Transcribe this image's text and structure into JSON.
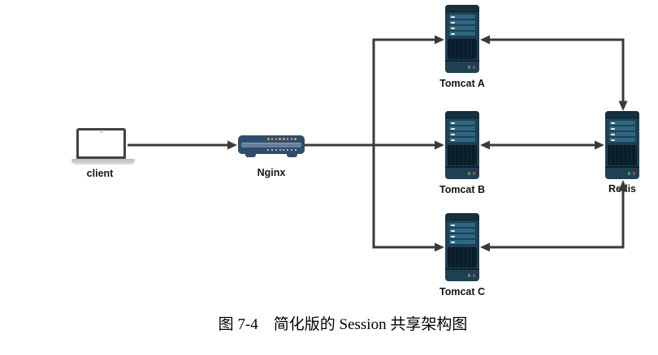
{
  "diagram": {
    "caption": "图 7-4　简化版的 Session 共享架构图",
    "nodes": {
      "client": {
        "label": "client",
        "icon": "laptop-icon"
      },
      "nginx": {
        "label": "Nginx",
        "icon": "router-icon"
      },
      "tomcat_a": {
        "label": "Tomcat A",
        "icon": "server-icon"
      },
      "tomcat_b": {
        "label": "Tomcat B",
        "icon": "server-icon"
      },
      "tomcat_c": {
        "label": "Tomcat C",
        "icon": "server-icon"
      },
      "redis": {
        "label": "Redis",
        "icon": "server-icon"
      }
    },
    "edges": [
      {
        "from": "client",
        "to": "nginx",
        "direction": "one-way"
      },
      {
        "from": "nginx",
        "to": "tomcat_a",
        "direction": "one-way"
      },
      {
        "from": "nginx",
        "to": "tomcat_b",
        "direction": "one-way"
      },
      {
        "from": "nginx",
        "to": "tomcat_c",
        "direction": "one-way"
      },
      {
        "from": "tomcat_a",
        "to": "redis",
        "direction": "two-way"
      },
      {
        "from": "tomcat_b",
        "to": "redis",
        "direction": "two-way"
      },
      {
        "from": "tomcat_c",
        "to": "redis",
        "direction": "two-way"
      }
    ],
    "colors": {
      "connector_line": "#3a3a3a",
      "server_body": "#1f4052",
      "server_top_cap": "#15303f",
      "server_vent": "#0a1d2b",
      "server_slot": "#2d6883",
      "nginx_body": "#2e4d6d",
      "nginx_band": "#64809b",
      "nginx_dot_orange": "#dd9a3e",
      "led_green": "#3f9e63",
      "led_red": "#b5413c",
      "background": "#ffffff"
    }
  }
}
